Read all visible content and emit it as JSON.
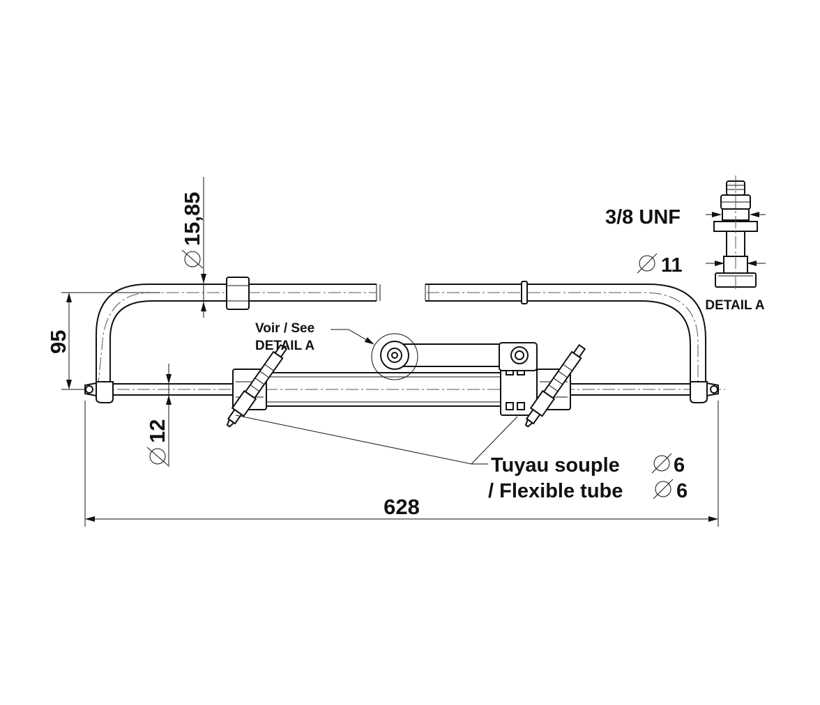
{
  "labels": {
    "dim_tube_diameter": "15,85",
    "dim_height": "95",
    "dim_rod_diameter": "12",
    "dim_total_length": "628",
    "see_detail_line1": "Voir / See",
    "see_detail_line2": "DETAIL A",
    "thread": "3/8 UNF",
    "fitting_diameter": "11",
    "detail_caption": "DETAIL A",
    "hose_fr_text": "Tuyau souple",
    "hose_fr_size": "6",
    "hose_en_text": "/ Flexible tube",
    "hose_en_size": "6"
  },
  "colors": {
    "ink": "#111111",
    "paper": "#ffffff"
  }
}
